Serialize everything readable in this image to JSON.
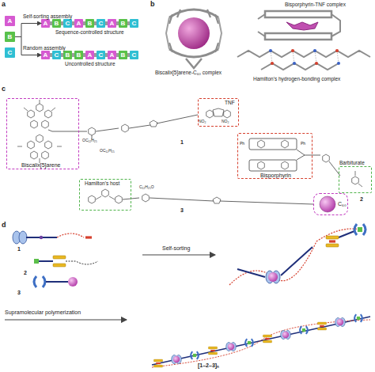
{
  "diagram": {
    "nodes": [
      {
        "text": [
          "A"
        ]
      },
      {
        "text": [
          "B"
        ]
      },
      {
        "text": [
          "C"
        ]
      },
      {
        "text": [
          "A"
        ]
      },
      {
        "text": [
          "B"
        ]
      },
      {
        "text": [
          "C"
        ]
      },
      {
        "text": [
          "A"
        ]
      },
      {
        "text": [
          "B"
        ]
      },
      {
        "text": [
          "C"
        ]
      },
      {
        "text": [
          "A"
        ]
      },
      {
        "text": [
          "B"
        ]
      },
      {
        "text": [
          "C"
        ]
      },
      {
        "text": [
          "A"
        ]
      },
      {
        "text": [
          "C"
        ]
      },
      {
        "text": [
          "B"
        ]
      },
      {
        "text": [
          "B"
        ]
      },
      {
        "text": [
          "A"
        ]
      },
      {
        "text": [
          "C"
        ]
      },
      {
        "text": [
          "A"
        ]
      },
      {
        "text": [
          "B"
        ]
      },
      {
        "text": [
          "C"
        ]
      },
      {
        "text": [
          "Biscalix[5]arene"
        ]
      },
      {
        "text": [
          "TNF"
        ]
      },
      {
        "text": [
          "Bisporphyrin"
        ]
      },
      {
        "text": [
          "Barbiturate"
        ]
      },
      {
        "text": [
          "Hamilton's host"
        ]
      },
      {
        "text": [
          "C₆₀"
        ]
      }
    ],
    "edges": [
      {
        "from": 1,
        "to": 3,
        "arrow": "to",
        "label": "Self-sorting assembly"
      },
      {
        "from": 1,
        "to": 12,
        "arrow": "to",
        "label": "Random assembly"
      },
      {
        "from": 3,
        "to": 4,
        "arrow": "none"
      },
      {
        "from": 4,
        "to": 5,
        "arrow": "none"
      },
      {
        "from": 5,
        "to": 6,
        "arrow": "none"
      },
      {
        "from": 6,
        "to": 7,
        "arrow": "none"
      },
      {
        "from": 7,
        "to": 8,
        "arrow": "none"
      },
      {
        "from": 8,
        "to": 9,
        "arrow": "none"
      },
      {
        "from": 9,
        "to": 10,
        "arrow": "none"
      },
      {
        "from": 10,
        "to": 11,
        "arrow": "none"
      },
      {
        "from": 12,
        "to": 13,
        "arrow": "none"
      },
      {
        "from": 13,
        "to": 14,
        "arrow": "none"
      },
      {
        "from": 14,
        "to": 15,
        "arrow": "none"
      },
      {
        "from": 15,
        "to": 16,
        "arrow": "none"
      },
      {
        "from": 16,
        "to": 17,
        "arrow": "none"
      },
      {
        "from": 17,
        "to": 18,
        "arrow": "none"
      },
      {
        "from": 18,
        "to": 19,
        "arrow": "none"
      },
      {
        "from": 19,
        "to": 20,
        "arrow": "none"
      }
    ],
    "labels": [
      "a",
      "Sequence-controlled structure",
      "Uncontrolled structure",
      "b",
      "Biscalix[5]arene-C₆₀ complex",
      "Bisporphyrin-TNF complex",
      "Hamilton's hydrogen-bonding complex",
      "c",
      "1",
      "2",
      "3",
      "OC₁₂H₂₅",
      "OC₁₂H₂₅",
      "NO₂",
      "NO₂",
      "Ph",
      "Ph",
      "C₁₂H₂₅O",
      "d",
      "1",
      "2",
      "3",
      "Self-sorting",
      "Supramolecular polymerization",
      "[1–2–3]ₙ"
    ]
  }
}
